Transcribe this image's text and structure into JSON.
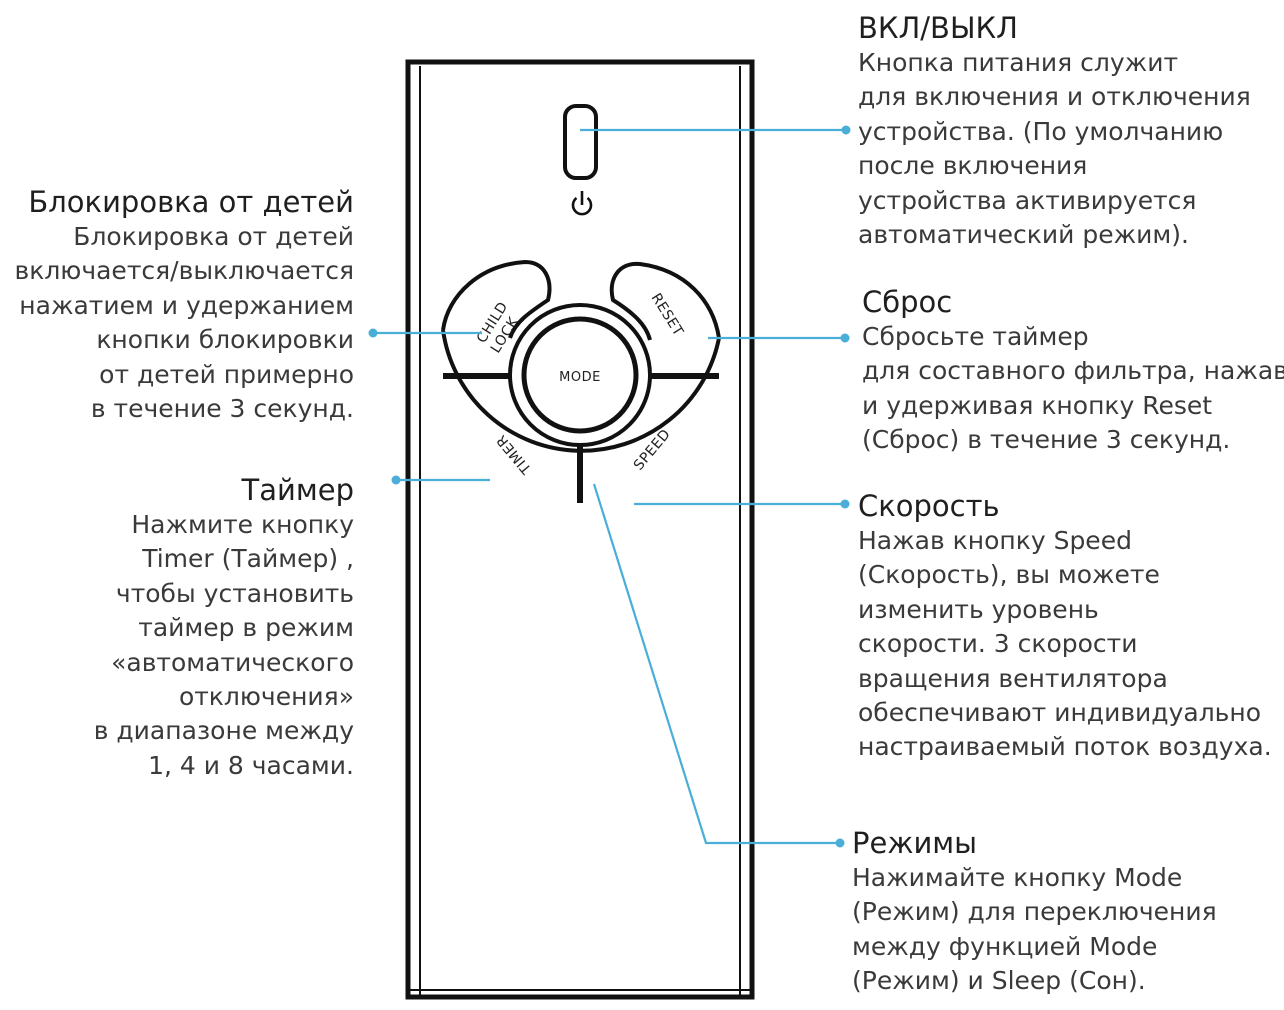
{
  "remote": {
    "buttons": {
      "child_lock": [
        "CHILD",
        "LOCK"
      ],
      "reset": "RESET",
      "mode": "MODE",
      "timer": "TIMER",
      "speed": "SPEED"
    }
  },
  "annotations": {
    "power": {
      "title": "ВКЛ/ВЫКЛ",
      "lines": [
        "Кнопка питания служит",
        "для включения и отключения",
        "устройства. (По умолчанию",
        "после включения",
        "устройства активируется",
        "автоматический режим)."
      ]
    },
    "child_lock": {
      "title": "Блокировка от детей",
      "lines": [
        "Блокировка от детей",
        "включается/выключается",
        "нажатием и удержанием",
        "кнопки блокировки",
        "от детей примерно",
        "в течение 3 секунд."
      ]
    },
    "reset": {
      "title": "Сброс",
      "lines": [
        "Сбросьте таймер",
        "для составного фильтра, нажав",
        "и удерживая кнопку Reset",
        "(Сброс) в течение 3 секунд."
      ]
    },
    "timer": {
      "title": "Таймер",
      "lines": [
        "Нажмите кнопку",
        "Timer (Таймер) ,",
        "чтобы установить",
        "таймер в режим",
        "«автоматического",
        "отключения»",
        "в диапазоне между",
        "1, 4 и 8 часами."
      ]
    },
    "speed": {
      "title": "Скорость",
      "lines": [
        "Нажав кнопку Speed",
        "(Скорость), вы можете",
        "изменить уровень",
        "скорости. 3 скорости",
        "вращения вентилятора",
        "обеспечивают индивидуально",
        "настраиваемый поток воздуха."
      ]
    },
    "mode": {
      "title": "Режимы",
      "lines": [
        "Нажимайте кнопку Mode",
        "(Режим) для переключения",
        "между функцией Mode",
        "(Режим) и Sleep (Сон)."
      ]
    }
  },
  "colors": {
    "leader_line": "#4aaed9",
    "outline": "#111111"
  },
  "icons": {
    "power": "power-icon"
  }
}
